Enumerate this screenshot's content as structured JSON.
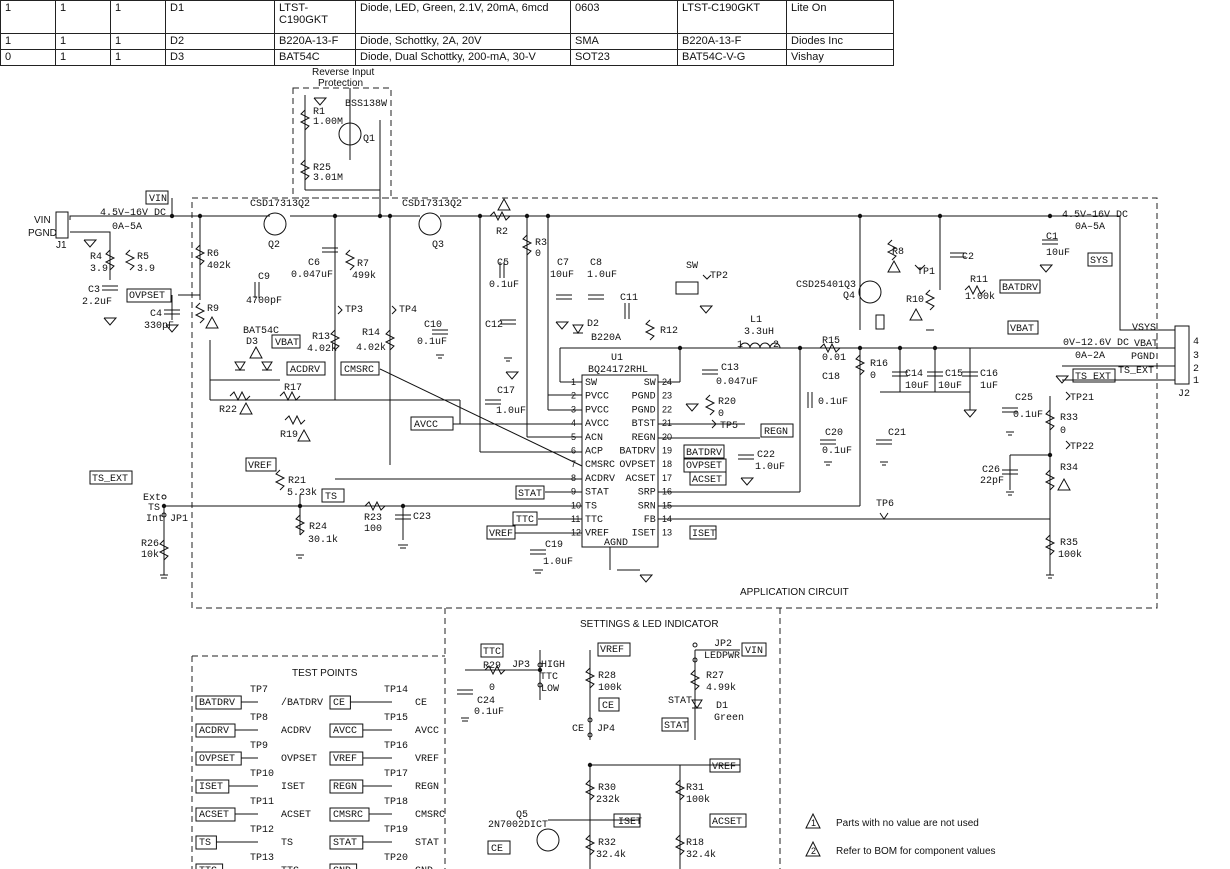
{
  "bom": {
    "rows": [
      [
        "1",
        "1",
        "1",
        "D1",
        "LTST-C190GKT",
        "Diode, LED, Green, 2.1V, 20mA, 6mcd",
        "0603",
        "LTST-C190GKT",
        "Lite On"
      ],
      [
        "1",
        "1",
        "1",
        "D2",
        "B220A-13-F",
        "Diode, Schottky, 2A, 20V",
        "SMA",
        "B220A-13-F",
        "Diodes Inc"
      ],
      [
        "0",
        "1",
        "1",
        "D3",
        "BAT54C",
        "Diode, Dual Schottky, 200-mA, 30-V",
        "SOT23",
        "BAT54C-V-G",
        "Vishay"
      ]
    ]
  },
  "labels": {
    "reverse_1": "Reverse Input",
    "reverse_2": "Protection",
    "bss": "BSS138W",
    "r1": "R1",
    "r1v": "1.00M",
    "q1": "Q1",
    "r25": "R25",
    "r25v": "3.01M",
    "vin_conn": "VIN",
    "pgnd_conn": "PGND",
    "j1": "J1",
    "in_range": "4.5V–16V DC",
    "in_curr": "0A–5A",
    "vin_flag": "VIN",
    "q2_part": "CSD17313Q2",
    "q2": "Q2",
    "q3_part": "CSD17313Q2",
    "q3": "Q3",
    "r6": "R6",
    "r6v": "402k",
    "r4": "R4",
    "r4v": "3.9",
    "r5": "R5",
    "r5v": "3.9",
    "c3": "C3",
    "c3v": "2.2uF",
    "c4": "C4",
    "c4v": "330pF",
    "r9": "R9",
    "ovpset": "OVPSET",
    "c9": "C9",
    "c9v": "4700pF",
    "c6": "C6",
    "c6v": "0.047uF",
    "r7": "R7",
    "r7v": "499k",
    "tp3": "TP3",
    "tp4": "TP4",
    "r13": "R13",
    "r13v": "4.02k",
    "r14": "R14",
    "r14v": "4.02k",
    "bat54c": "BAT54C",
    "d3": "D3",
    "vbat_flag": "VBAT",
    "acdrv": "ACDRV",
    "cmsrc": "CMSRC",
    "r17": "R17",
    "r22": "R22",
    "r19": "R19",
    "avcc": "AVCC",
    "r2": "R2",
    "r3": "R3",
    "r3v": "0",
    "c5": "C5",
    "c5v": "0.1uF",
    "c10": "C10",
    "c10v": "0.1uF",
    "c12": "C12",
    "c17": "C17",
    "c17v": "1.0uF",
    "c7": "C7",
    "c7v": "10uF",
    "c8": "C8",
    "c8v": "1.0uF",
    "c11": "C11",
    "d2": "D2",
    "d2v": "B220A",
    "r12": "R12",
    "sw": "SW",
    "tp2": "TP2",
    "l1": "L1",
    "l1v": "3.3uH",
    "l1p1": "1",
    "l1p2": "2",
    "u1": "U1",
    "u1part": "BQ24172RHL",
    "c13": "C13",
    "c13v": "0.047uF",
    "r20": "R20",
    "r20v": "0",
    "tp5": "TP5",
    "regn": "REGN",
    "c22": "C22",
    "c22v": "1.0uF",
    "batdrv": "BATDRV",
    "acset": "ACSET",
    "stat": "STAT",
    "ttc": "TTC",
    "vref": "VREF",
    "iset": "ISET",
    "c19": "C19",
    "c19v": "1.0uF",
    "ts_ext": "TS_EXT",
    "ext": "Ext",
    "ts": "TS",
    "int": "Int",
    "jp1": "JP1",
    "r26": "R26",
    "r26v": "10k",
    "r21": "R21",
    "r21v": "5.23k",
    "r24": "R24",
    "r24v": "30.1k",
    "r23": "R23",
    "r23v": "100",
    "c23": "C23",
    "csd25401": "CSD25401Q3",
    "q4": "Q4",
    "r8": "R8",
    "tp1": "TP1",
    "c2": "C2",
    "r10": "R10",
    "r11": "R11",
    "r11v": "1.00k",
    "c1": "C1",
    "c1v": "10uF",
    "sys": "SYS",
    "vbat_flag2": "VBAT",
    "r15": "R15",
    "r15v": "0.01",
    "r16": "R16",
    "r16v": "0",
    "c18": "C18",
    "c18v": "0.1uF",
    "c20": "C20",
    "c20v": "0.1uF",
    "c21": "C21",
    "c14": "C14",
    "c14v": "10uF",
    "c15": "C15",
    "c15v": "10uF",
    "c16": "C16",
    "c16v": "1uF",
    "out_range": "0V–12.6V DC",
    "out_curr": "0A–2A",
    "vsys": "VSYS",
    "vbat_pin": "VBAT",
    "pgnd_pin": "PGND",
    "ts_ext_pin": "TS_EXT",
    "j2": "J2",
    "p4": "4",
    "p3": "3",
    "p2": "2",
    "p1": "1",
    "ts_ext2": "TS_EXT",
    "tp21": "TP21",
    "r33": "R33",
    "r33v": "0",
    "tp22": "TP22",
    "c25": "C25",
    "c25v": "0.1uF",
    "c26": "C26",
    "c26v": "22pF",
    "r34": "R34",
    "r35": "R35",
    "r35v": "100k",
    "tp6": "TP6",
    "out_range2": "4.5V–16V DC",
    "out_curr2": "0A–5A",
    "app": "APPLICATION CIRCUIT",
    "settings": "SETTINGS & LED INDICATOR",
    "test_points": "TEST POINTS",
    "ttc2": "TTC",
    "r29": "R29",
    "r29v": "0",
    "c24": "C24",
    "c24v": "0.1uF",
    "jp3": "JP3",
    "high": "HIGH",
    "ttc_sw": "TTC",
    "low": "LOW",
    "vref2": "VREF",
    "r28": "R28",
    "r28v": "100k",
    "ce": "CE",
    "ce2": "CE",
    "jp4": "JP4",
    "jp2": "JP2",
    "ledpwr": "LEDPWR",
    "vin2": "VIN",
    "r27": "R27",
    "r27v": "4.99k",
    "stat_bar": "STAT",
    "stat2": "STAT",
    "d1": "D1",
    "d1v": "Green",
    "vref3": "VREF",
    "r30": "R30",
    "r30v": "232k",
    "r31": "R31",
    "r31v": "100k",
    "q5": "Q5",
    "q5part": "2N7002DICT",
    "iset2": "ISET",
    "acset2": "ACSET",
    "r32": "R32",
    "r32v": "32.4k",
    "r18": "R18",
    "r18v": "32.4k",
    "ce3": "CE",
    "note1_num": "1",
    "note1": "Parts with no value are not used",
    "note2_num": "2",
    "note2": "Refer to BOM for component values"
  },
  "u1_left": [
    {
      "num": "1",
      "name": "SW"
    },
    {
      "num": "2",
      "name": "PVCC"
    },
    {
      "num": "3",
      "name": "PVCC"
    },
    {
      "num": "4",
      "name": "AVCC"
    },
    {
      "num": "5",
      "name": "ACN"
    },
    {
      "num": "6",
      "name": "ACP"
    },
    {
      "num": "7",
      "name": "CMSRC"
    },
    {
      "num": "8",
      "name": "ACDRV"
    },
    {
      "num": "9",
      "name": "STAT"
    },
    {
      "num": "10",
      "name": "TS"
    },
    {
      "num": "11",
      "name": "TTC"
    },
    {
      "num": "12",
      "name": "VREF"
    }
  ],
  "u1_right": [
    {
      "num": "24",
      "name": "SW"
    },
    {
      "num": "23",
      "name": "PGND"
    },
    {
      "num": "22",
      "name": "PGND"
    },
    {
      "num": "21",
      "name": "BTST"
    },
    {
      "num": "20",
      "name": "REGN"
    },
    {
      "num": "19",
      "name": "BATDRV"
    },
    {
      "num": "18",
      "name": "OVPSET"
    },
    {
      "num": "17",
      "name": "ACSET"
    },
    {
      "num": "16",
      "name": "SRP"
    },
    {
      "num": "15",
      "name": "SRN"
    },
    {
      "num": "14",
      "name": "FB"
    },
    {
      "num": "13",
      "name": "ISET"
    }
  ],
  "u1_bottom": "AGND",
  "test_points": [
    {
      "tp": "TP7",
      "flag": "BATDRV",
      "sig": "/BATDRV"
    },
    {
      "tp": "TP8",
      "flag": "ACDRV",
      "sig": "ACDRV"
    },
    {
      "tp": "TP9",
      "flag": "OVPSET",
      "sig": "OVPSET"
    },
    {
      "tp": "TP10",
      "flag": "ISET",
      "sig": "ISET"
    },
    {
      "tp": "TP11",
      "flag": "ACSET",
      "sig": "ACSET"
    },
    {
      "tp": "TP12",
      "flag": "TS",
      "sig": "TS"
    },
    {
      "tp": "TP13",
      "flag": "TTC",
      "sig": "TTC"
    },
    {
      "tp": "TP14",
      "flag": "CE",
      "sig": "CE"
    },
    {
      "tp": "TP15",
      "flag": "AVCC",
      "sig": "AVCC"
    },
    {
      "tp": "TP16",
      "flag": "VREF",
      "sig": "VREF"
    },
    {
      "tp": "TP17",
      "flag": "REGN",
      "sig": "REGN"
    },
    {
      "tp": "TP18",
      "flag": "CMSRC",
      "sig": "CMSRC"
    },
    {
      "tp": "TP19",
      "flag": "STAT",
      "sig": "STAT"
    },
    {
      "tp": "TP20",
      "flag": "GND",
      "sig": "GND"
    }
  ]
}
